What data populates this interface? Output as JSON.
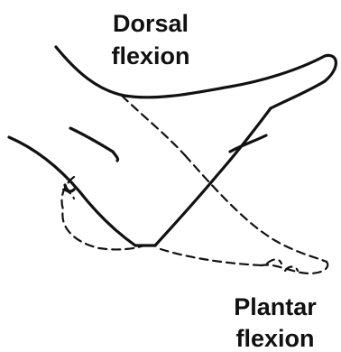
{
  "labels": {
    "dorsal_line1": "Dorsal",
    "dorsal_line2": "flexion",
    "plantar_line1": "Plantar",
    "plantar_line2": "flexion"
  },
  "colors": {
    "ink": "#111111",
    "background": "#ffffff"
  }
}
